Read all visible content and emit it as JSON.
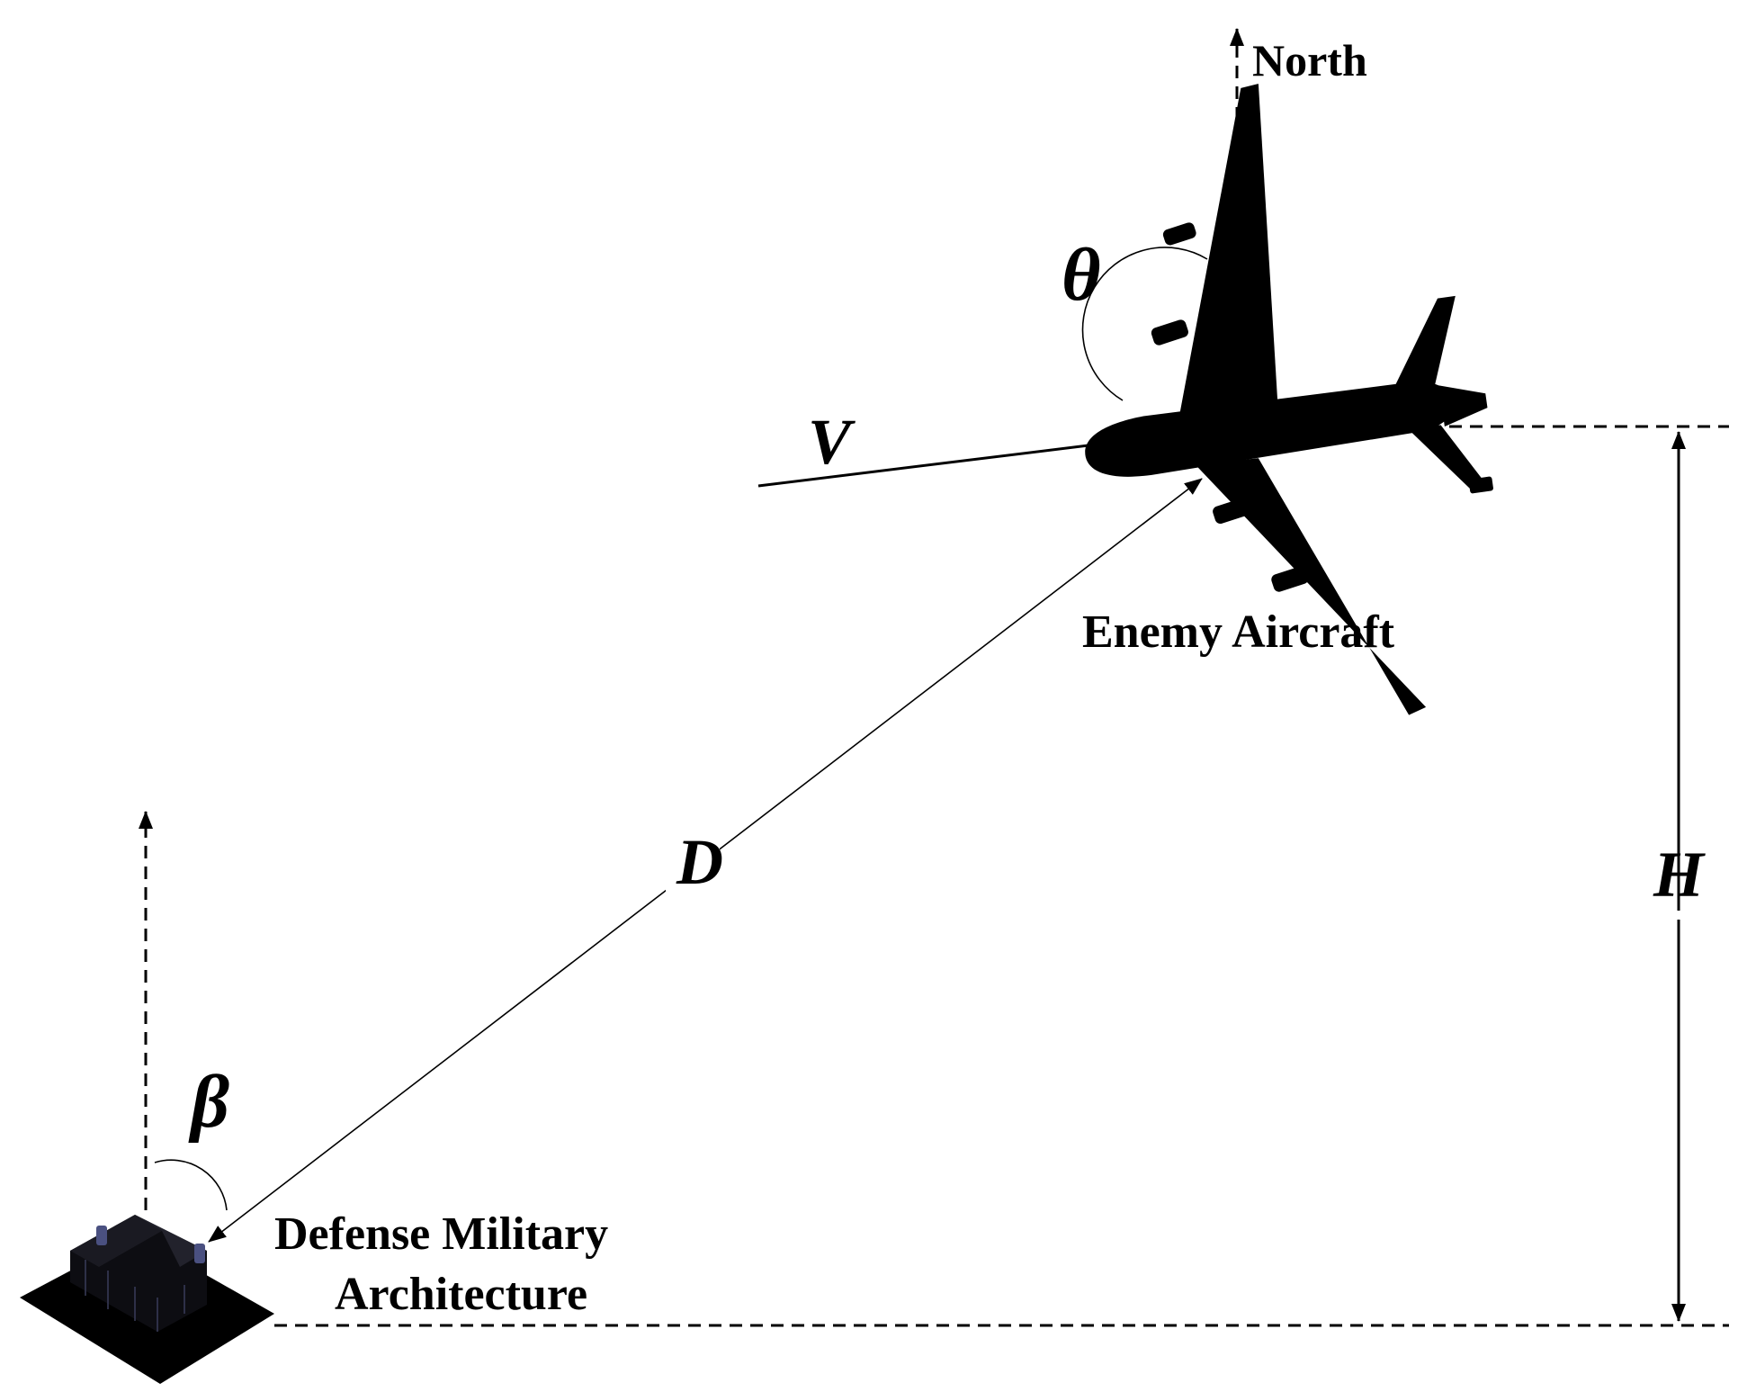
{
  "labels": {
    "north": "North",
    "enemy_aircraft": "Enemy Aircraft",
    "defense_line1": "Defense Military",
    "defense_line2": "Architecture",
    "theta": "θ",
    "beta": "β",
    "velocity": "V",
    "distance": "D",
    "height": "H"
  },
  "icons": {
    "aircraft": "airplane-silhouette-icon",
    "building": "house-building-icon"
  },
  "colors": {
    "ink": "#000000",
    "background": "#ffffff",
    "building_roof": "#1a1a22",
    "building_chimney": "#4a5080"
  }
}
